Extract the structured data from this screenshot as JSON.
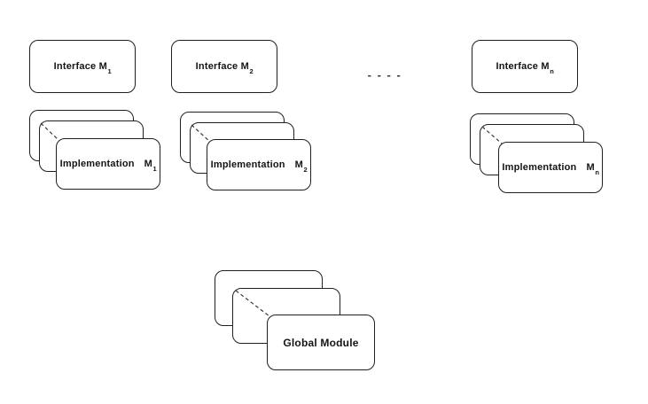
{
  "diagram": {
    "background": "#ffffff",
    "box_border_color": "#1f1f1f",
    "text_color": "#141414",
    "dash_color": "#3a3a3a"
  },
  "interface_row": {
    "boxes": [
      {
        "label": "Interface M",
        "sub": "1"
      },
      {
        "label": "Interface M",
        "sub": "2"
      },
      {
        "label": "Interface M",
        "sub": "n"
      }
    ],
    "ellipsis": "- - - -"
  },
  "implementation_row": {
    "stacks": [
      {
        "label": "Implementation",
        "module": "M",
        "sub": "1"
      },
      {
        "label": "Implementation",
        "module": "M",
        "sub": "2"
      },
      {
        "label": "Implementation",
        "module": "M",
        "sub": "n"
      }
    ]
  },
  "global_stack": {
    "label": "Global Module"
  }
}
